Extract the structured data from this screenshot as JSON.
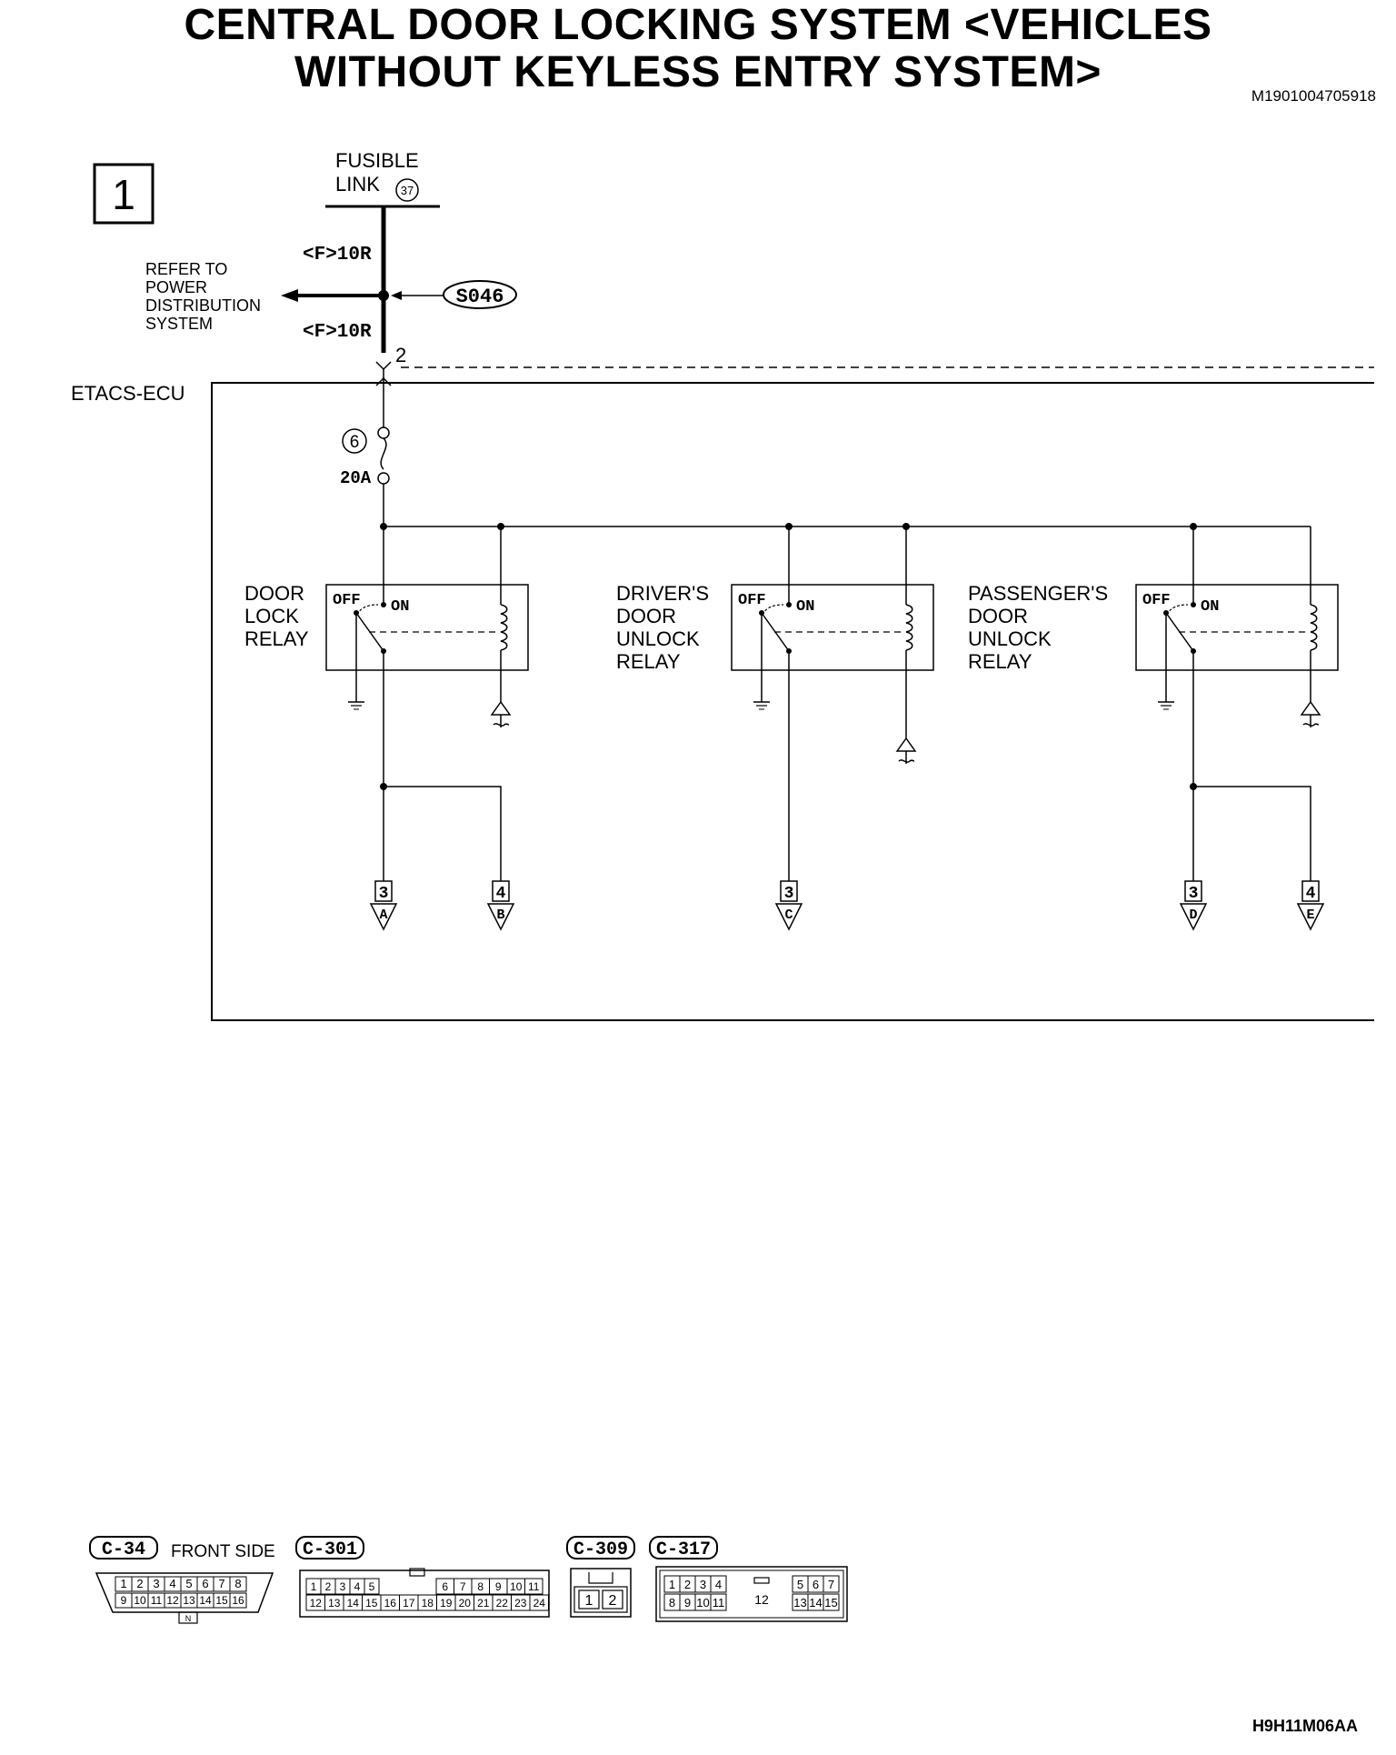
{
  "title": {
    "line1": "CENTRAL DOOR LOCKING SYSTEM <VEHICLES",
    "line2": "WITHOUT KEYLESS ENTRY SYSTEM>"
  },
  "doc_id": "M1901004705918",
  "figure_code": "H9H11M06AA",
  "page_number": "1",
  "fusible_link": {
    "line1": "FUSIBLE",
    "line2": "LINK",
    "number": "37"
  },
  "wire_top": "<F>10R",
  "wire_bottom": "<F>10R",
  "splice": "S046",
  "refer": [
    "REFER TO",
    "POWER",
    "DISTRIBUTION",
    "SYSTEM"
  ],
  "pin_label": "2",
  "ecu": "ETACS-ECU",
  "fuse": {
    "number": "6",
    "rating": "20A"
  },
  "relays": [
    {
      "name": [
        "DOOR",
        "LOCK",
        "RELAY"
      ],
      "off": "OFF",
      "on": "ON"
    },
    {
      "name": [
        "DRIVER'S",
        "DOOR",
        "UNLOCK",
        "RELAY"
      ],
      "off": "OFF",
      "on": "ON"
    },
    {
      "name": [
        "PASSENGER'S",
        "DOOR",
        "UNLOCK",
        "RELAY"
      ],
      "off": "OFF",
      "on": "ON"
    }
  ],
  "outputs": [
    {
      "pin": "3",
      "letter": "A"
    },
    {
      "pin": "4",
      "letter": "B"
    },
    {
      "pin": "3",
      "letter": "C"
    },
    {
      "pin": "3",
      "letter": "D"
    },
    {
      "pin": "4",
      "letter": "E"
    }
  ],
  "connectors": {
    "c34": {
      "id": "C-34",
      "note": "FRONT SIDE",
      "row1": [
        "1",
        "2",
        "3",
        "4",
        "5",
        "6",
        "7",
        "8"
      ],
      "row2": [
        "9",
        "10",
        "11",
        "12",
        "13",
        "14",
        "15",
        "16"
      ]
    },
    "c301": {
      "id": "C-301",
      "row1": [
        "1",
        "2",
        "3",
        "4",
        "5",
        "6",
        "7",
        "8",
        "9",
        "10",
        "11"
      ],
      "row2": [
        "12",
        "13",
        "14",
        "15",
        "16",
        "17",
        "18",
        "19",
        "20",
        "21",
        "22",
        "23",
        "24"
      ]
    },
    "c309": {
      "id": "C-309",
      "pins": [
        "1",
        "2"
      ]
    },
    "c317": {
      "id": "C-317",
      "row1a": [
        "1",
        "2",
        "3",
        "4"
      ],
      "row1b": [
        "5",
        "6",
        "7"
      ],
      "center": "12",
      "row2a": [
        "8",
        "9",
        "10",
        "11"
      ],
      "row2b": [
        "13",
        "14",
        "15"
      ]
    }
  }
}
